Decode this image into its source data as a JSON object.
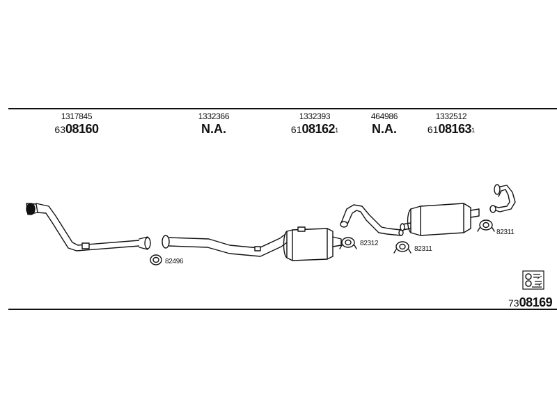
{
  "columns": [
    {
      "ref": "1317845",
      "code_prefix": "63",
      "code_main": "08160",
      "code_sup": "",
      "na": ""
    },
    {
      "ref": "1332366",
      "code_prefix": "",
      "code_main": "",
      "code_sup": "",
      "na": "N.A."
    },
    {
      "ref": "1332393",
      "code_prefix": "61",
      "code_main": "08162",
      "code_sup": "1",
      "na": ""
    },
    {
      "ref": "464986",
      "code_prefix": "",
      "code_main": "",
      "code_sup": "",
      "na": "N.A."
    },
    {
      "ref": "1332512",
      "code_prefix": "61",
      "code_main": "08163",
      "code_sup": "1",
      "na": ""
    }
  ],
  "clamps": [
    {
      "label": "82496"
    },
    {
      "label": "82312"
    },
    {
      "label": "82311"
    },
    {
      "label": "82311"
    }
  ],
  "kit": {
    "code_prefix": "73",
    "code_main": "08169",
    "icon": "mounting-kit-icon"
  }
}
